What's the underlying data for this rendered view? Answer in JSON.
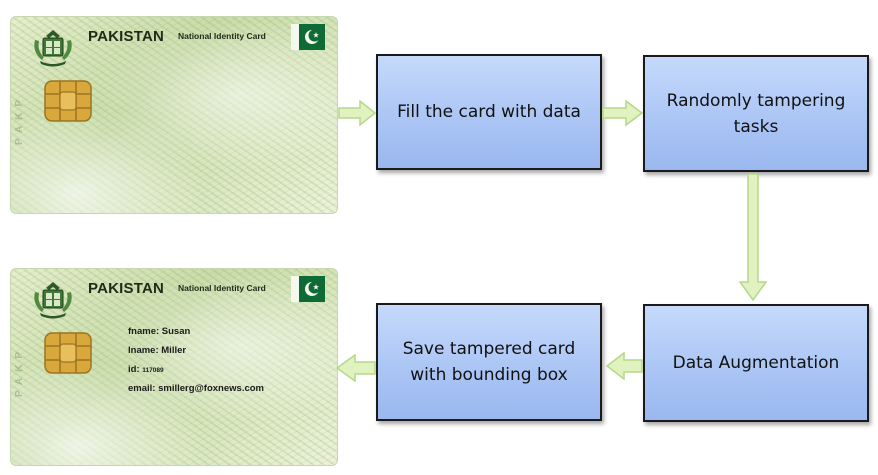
{
  "cards": {
    "top": {
      "country": "PAKISTAN",
      "subtitle": "National Identity Card",
      "side_text": "PAKP"
    },
    "bottom": {
      "country": "PAKISTAN",
      "subtitle": "National Identity Card",
      "side_text": "PAKP",
      "fields": [
        {
          "label": "fname:",
          "value": "Susan"
        },
        {
          "label": "lname:",
          "value": "Miller"
        },
        {
          "label": "id:",
          "value": "117089"
        },
        {
          "label": "email:",
          "value": "smillerg@foxnews.com"
        }
      ]
    }
  },
  "steps": {
    "fill": "Fill the card with data",
    "tamper": "Randomly tampering tasks",
    "augment": "Data Augmentation",
    "save": "Save tampered card with bounding box"
  },
  "colors": {
    "box_fill": "#a9c4f4",
    "box_border": "#1a1a1a",
    "arrow_fill": "#dff2bf",
    "arrow_stroke": "#b5d78a",
    "flag_green": "#0e6b35"
  }
}
